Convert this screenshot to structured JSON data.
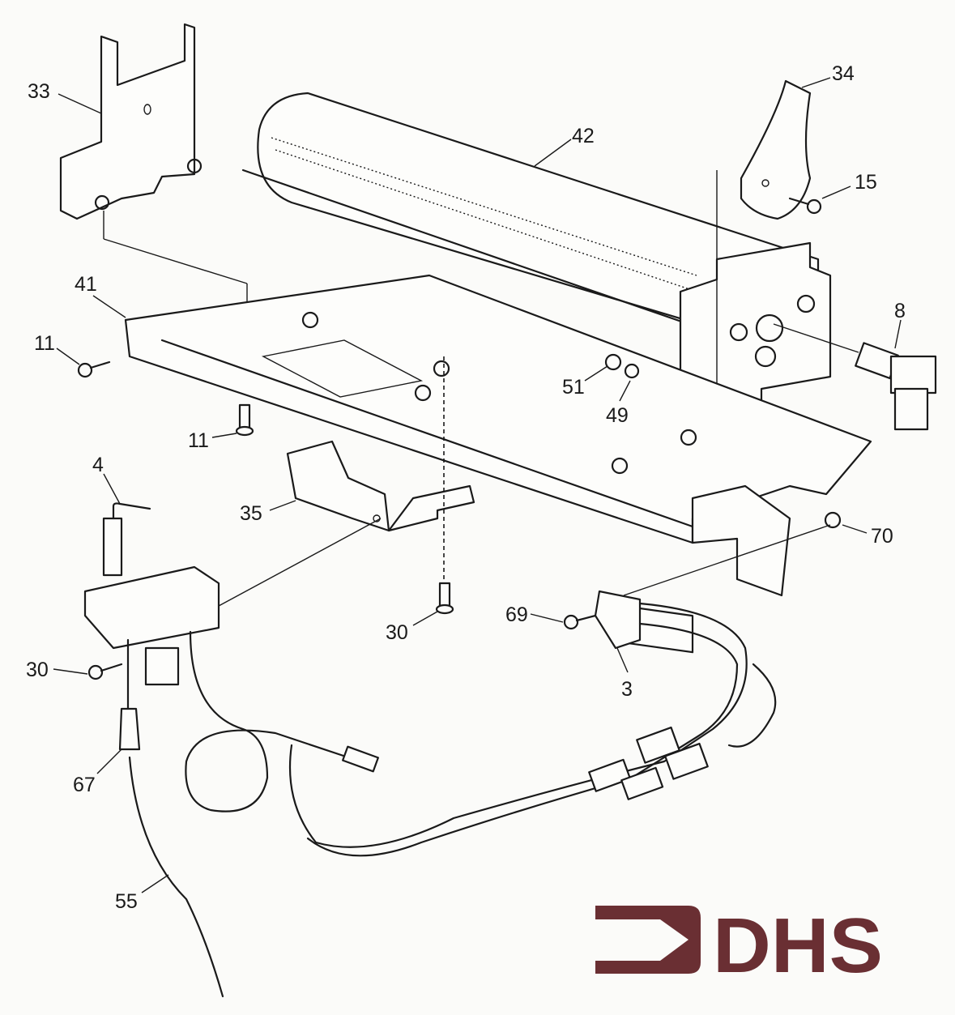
{
  "title": "Burner assembly exploded parts diagram",
  "part_labels": {
    "p33": "33",
    "p34": "34",
    "p42": "42",
    "p15": "15",
    "p41": "41",
    "p11a": "11",
    "p8": "8",
    "p51": "51",
    "p49": "49",
    "p11b": "11",
    "p4": "4",
    "p35": "35",
    "p70": "70",
    "p69": "69",
    "p30a": "30",
    "p30b": "30",
    "p3": "3",
    "p67": "67",
    "p55": "55"
  },
  "logo": {
    "text": "DHS",
    "color": "#6a2f33"
  }
}
